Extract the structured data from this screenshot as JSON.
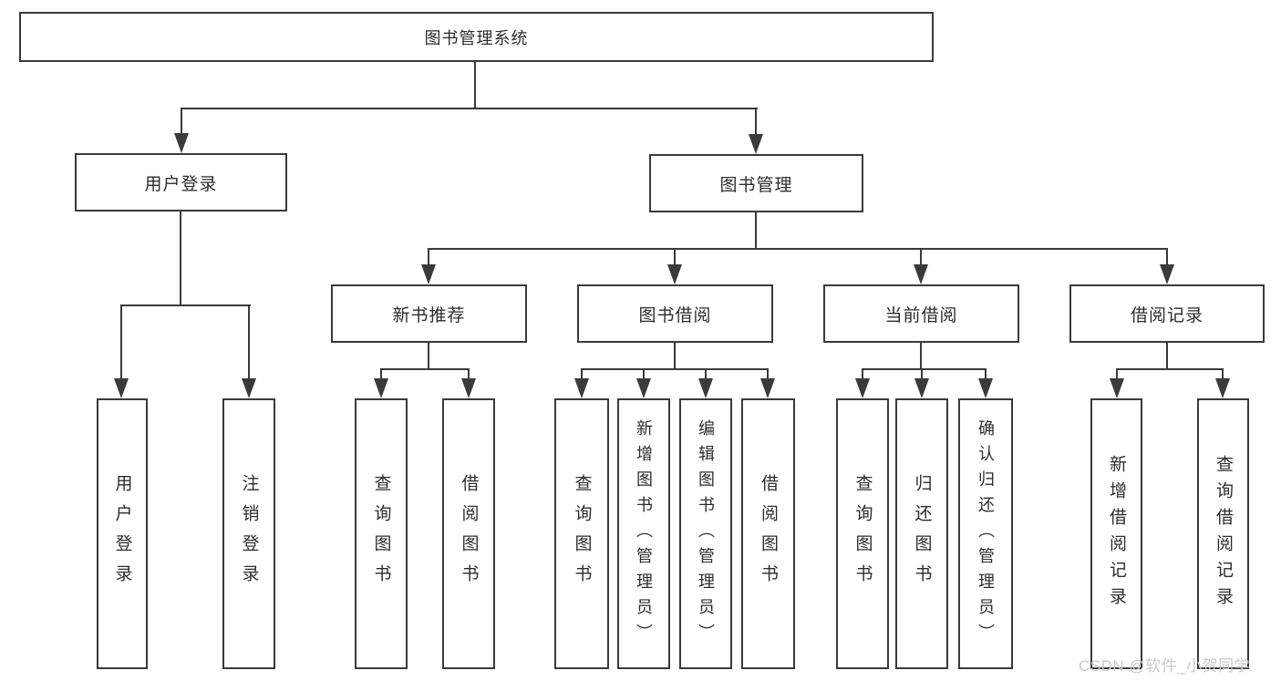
{
  "diagram": {
    "title_node": "图书管理系统",
    "root": {
      "label": "图书管理系统"
    },
    "branches": [
      {
        "label": "用户登录"
      },
      {
        "label": "图书管理"
      }
    ],
    "level3": [
      {
        "label": "新书推荐"
      },
      {
        "label": "图书借阅"
      },
      {
        "label": "当前借阅"
      },
      {
        "label": "借阅记录"
      }
    ],
    "leaves": {
      "user": [
        "用户登录",
        "注销登录"
      ],
      "recommend": [
        "查询图书",
        "借阅图书"
      ],
      "borrow": [
        "查询图书",
        "新增图书（管理员）",
        "编辑图书（管理员）",
        "借阅图书"
      ],
      "current": [
        "查询图书",
        "归还图书",
        "确认归还（管理员）"
      ],
      "records": [
        "新增借阅记录",
        "查询借阅记录"
      ]
    },
    "colors": {
      "line": "#3a3a3a",
      "text": "#2d2d2d",
      "watermark": "#c9c9c9",
      "background": "#ffffff"
    }
  },
  "watermark": {
    "text": "CSDN @软件_小贺同学"
  }
}
